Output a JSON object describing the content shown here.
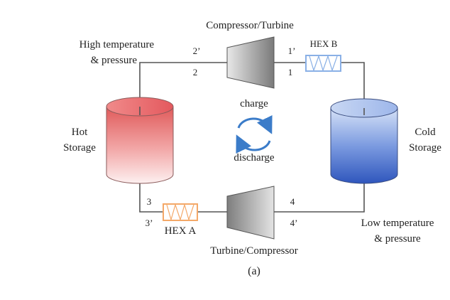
{
  "diagram": {
    "compressor_turbine_label": "Compressor/Turbine",
    "turbine_compressor_label": "Turbine/Compressor",
    "hex_b_label": "HEX B",
    "hex_a_label": "HEX A",
    "high_temp_line1": "High temperature",
    "high_temp_line2": "& pressure",
    "low_temp_line1": "Low temperature",
    "low_temp_line2": "& pressure",
    "hot_storage_line1": "Hot",
    "hot_storage_line2": "Storage",
    "cold_storage_line1": "Cold",
    "cold_storage_line2": "Storage",
    "charge_label": "charge",
    "discharge_label": "discharge",
    "point_2p": "2’",
    "point_2": "2",
    "point_1p": "1’",
    "point_1": "1",
    "point_3": "3",
    "point_3p": "3’",
    "point_4": "4",
    "point_4p": "4’",
    "caption": "(a)",
    "colors": {
      "hot_storage": "#e05a5a",
      "cold_storage": "#3a62c4",
      "hex_a": "#f4a868",
      "hex_b": "#8ab0e6",
      "arrow": "#3b7cc9",
      "pipe": "#555555"
    }
  }
}
